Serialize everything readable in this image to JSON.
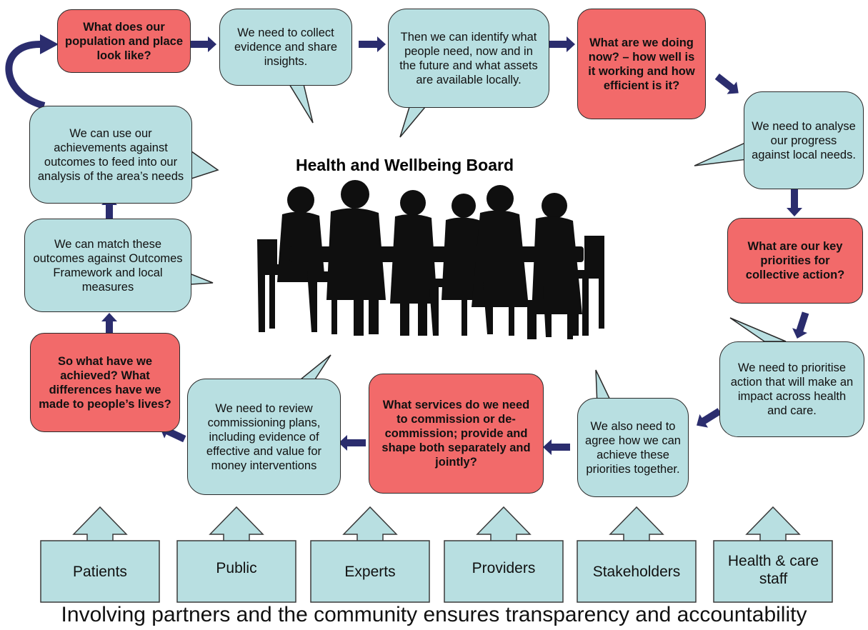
{
  "title": "Health and Wellbeing Board",
  "colors": {
    "bubble": "#b8dfe1",
    "question": "#f26a6a",
    "arrow": "#2b2d6e",
    "silhouette": "#0f0f0f"
  },
  "nodes": {
    "n1": "What does our population and place look like?",
    "n2": "We need to collect evidence and share insights.",
    "n3": "Then we can identify what people need, now and in the future and what assets are available locally.",
    "n4": "What are we doing now? – how well is it working and how efficient is it?",
    "n5": "We need to analyse our progress against local needs.",
    "n6": "What are our key priorities for collective action?",
    "n7": "We need to prioritise action that will make an impact across health and care.",
    "n8": "We also need to agree how we can achieve these priorities together.",
    "n9": "What services do we need to commission or de-commission; provide and shape both separately and jointly?",
    "n10": "We need to review commissioning plans, including evidence of effective and value for money interventions",
    "n11": "So what have we achieved? What differences have we made to people’s lives?",
    "n12": "We can match these outcomes against Outcomes Framework and local measures",
    "n13": "We can use our achievements against outcomes to feed into our analysis of the area’s needs"
  },
  "partners": [
    "Patients",
    "Public",
    "Experts",
    "Providers",
    "Stakeholders",
    "Health & care staff"
  ],
  "footer": "Involving partners and the community ensures transparency and accountability",
  "icons": {
    "illustration": "meeting-silhouette-icon",
    "arrow": "block-arrow-icon",
    "partner_arrow": "up-arrow-icon"
  }
}
